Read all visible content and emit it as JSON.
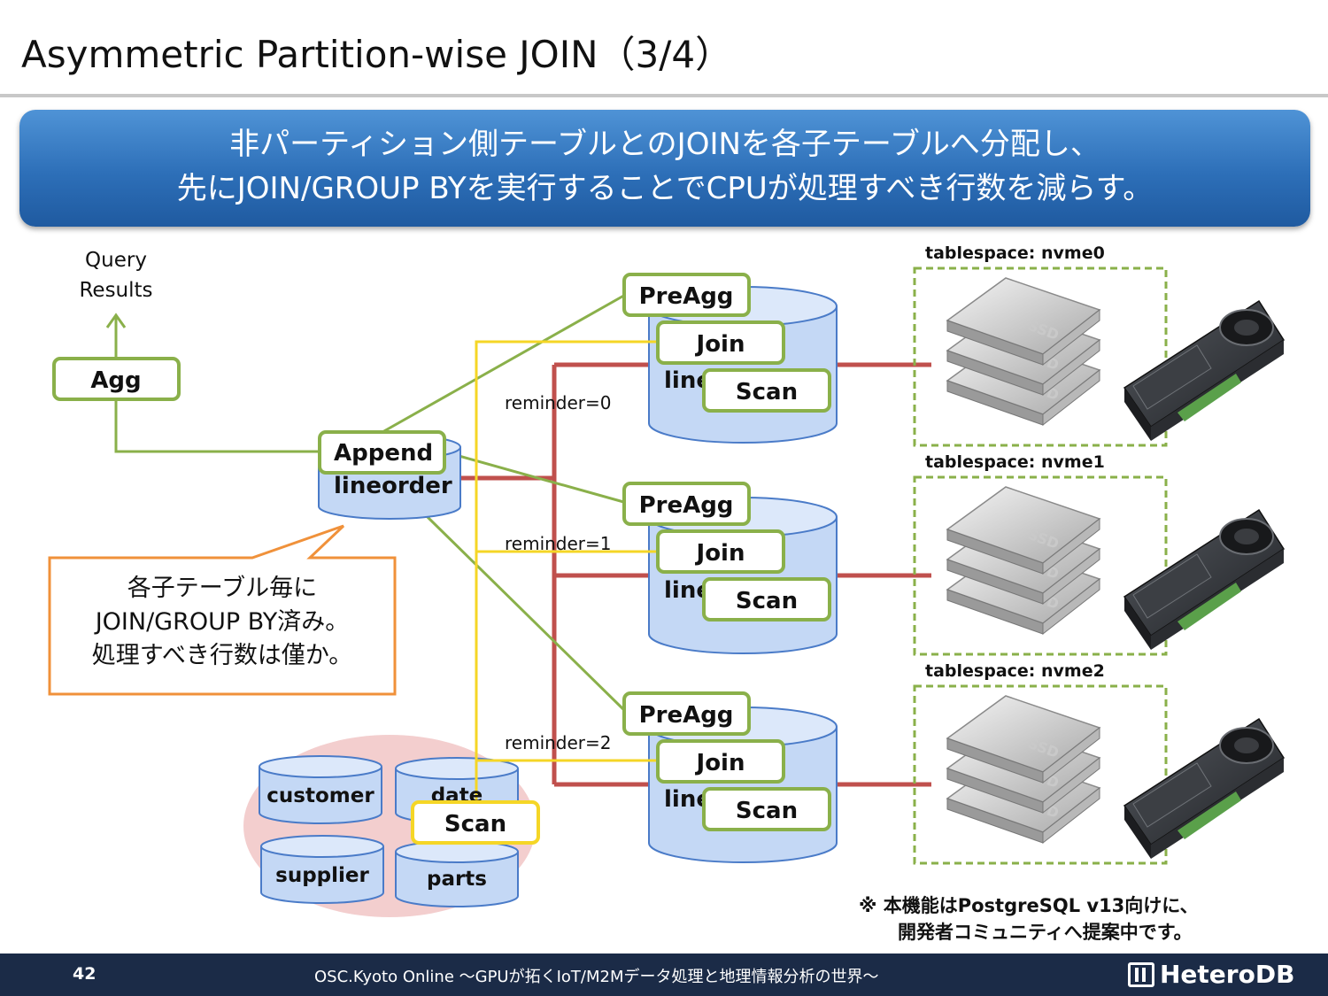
{
  "title": "Asymmetric Partition-wise JOIN（3/4）",
  "banner": {
    "line1": "非パーティション側テーブルとのJOINを各子テーブルへ分配し、",
    "line2": "先にJOIN/GROUP BYを実行することでCPUが処理すべき行数を減らす。"
  },
  "query_results": {
    "line1": "Query",
    "line2": "Results"
  },
  "nodes": {
    "agg": "Agg",
    "append": "Append",
    "lineorder": "lineorder",
    "preagg": "PreAgg",
    "join": "Join",
    "scan": "Scan",
    "line": "line"
  },
  "reminders": [
    "reminder=0",
    "reminder=1",
    "reminder=2"
  ],
  "tablespaces": [
    "tablespace: nvme0",
    "tablespace: nvme1",
    "tablespace: nvme2"
  ],
  "ssd_label": "SSD",
  "dim_tables": {
    "customer": "customer",
    "date": "date",
    "supplier": "supplier",
    "parts": "parts",
    "scan": "Scan"
  },
  "callout": {
    "line1": "各子テーブル毎に",
    "line2": "JOIN/GROUP BY済み。",
    "line3": "処理すべき行数は僅か。"
  },
  "note": {
    "line1": "※ 本機能はPostgreSQL v13向けに、",
    "line2": "開発者コミュニティへ提案中です。"
  },
  "footer": {
    "page": "42",
    "event": "OSC.Kyoto Online ～GPUが拓くIoT/M2Mデータ処理と地理情報分析の世界～",
    "logo": "HeteroDB"
  },
  "colors": {
    "green": "#8ab04a",
    "yellow": "#f5d626",
    "red": "#c0504d",
    "cyl": "#c4d8f5",
    "cylStroke": "#4a7bc8",
    "orange": "#f0913a"
  }
}
